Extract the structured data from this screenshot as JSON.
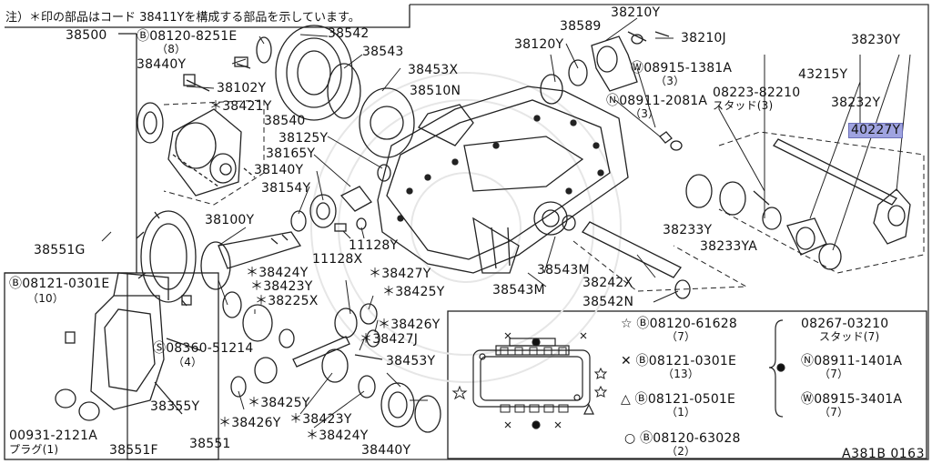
{
  "note": "注）＊印の部品はコード 38411Yを構成する部品を示しています。",
  "diagram_code": "A381B 0163",
  "highlight_color": "#9fa3e0",
  "labels": {
    "l38500": "38500",
    "l08120_8251E": "Ⓑ08120-8251E",
    "l8": "（8）",
    "l38542": "38542",
    "l38440Y_a": "38440Y",
    "l38102Y": "38102Y",
    "l38421Y": "＊38421Y",
    "l38540": "38540",
    "l38543": "38543",
    "l38453X": "38453X",
    "l38510N": "38510N",
    "l38120Y": "38120Y",
    "l38589": "38589",
    "l38210Y": "38210Y",
    "l38210J": "38210J",
    "l08915_1381A": "Ⓦ08915-1381A",
    "l3a": "（3）",
    "l08911_2081A": "Ⓝ08911-2081A",
    "l3b": "（3）",
    "l08223_82210": "08223-82210",
    "l_stud3": "スタッド(3)",
    "l38230Y": "38230Y",
    "l43215Y": "43215Y",
    "l38232Y": "38232Y",
    "l40227Y": "40227Y",
    "l38125Y": "38125Y",
    "l38165Y": "38165Y",
    "l38140Y": "38140Y",
    "l38154Y": "38154Y",
    "l38100Y": "38100Y",
    "l11128Y": "11128Y",
    "l11128X": "11128X",
    "l38551G": "38551G",
    "l38233Y": "38233Y",
    "l38233YA": "38233YA",
    "l38543M_a": "38543M",
    "l38543M_b": "38543M",
    "l38242X": "38242X",
    "l38542N": "38542N",
    "l08121_0301E": "Ⓑ08121-0301E",
    "l10": "（10）",
    "l38424Y_a": "＊38424Y",
    "l38423Y_a": "＊38423Y",
    "l38225X": "＊38225X",
    "l38427Y": "＊38427Y",
    "l38425Y_a": "＊38425Y",
    "l38426Y_a": "＊38426Y",
    "l38427J": "＊38427J",
    "l08360_51214": "Ⓢ08360-51214",
    "l4": "（4）",
    "l38453Y": "38453Y",
    "l38355Y": "38355Y",
    "l38425Y_b": "＊38425Y",
    "l38426Y_b": "＊38426Y",
    "l38423Y_b": "＊38423Y",
    "l38424Y_b": "＊38424Y",
    "l38440Y_b": "38440Y",
    "l38551": "38551",
    "l38551F": "38551F",
    "l00931_2121A": "00931-2121A",
    "l_plug1": "プラグ(1)"
  },
  "legend": {
    "star_part": "☆ Ⓑ08120-61628",
    "star_qty": "（7）",
    "x_part": "✕ Ⓑ08121-0301E",
    "x_qty": "（13）",
    "tri_part": "△ Ⓑ08121-0501E",
    "tri_qty": "（1）",
    "circ_part": "○ Ⓑ08120-63028",
    "circ_qty": "（2）",
    "dot_a_part": "08267-03210",
    "dot_a_qty": "スタッド(7)",
    "dot_b_part": "Ⓝ08911-1401A",
    "dot_b_qty": "（7）",
    "dot_c_part": "Ⓦ08915-3401A",
    "dot_c_qty": "（7）"
  }
}
